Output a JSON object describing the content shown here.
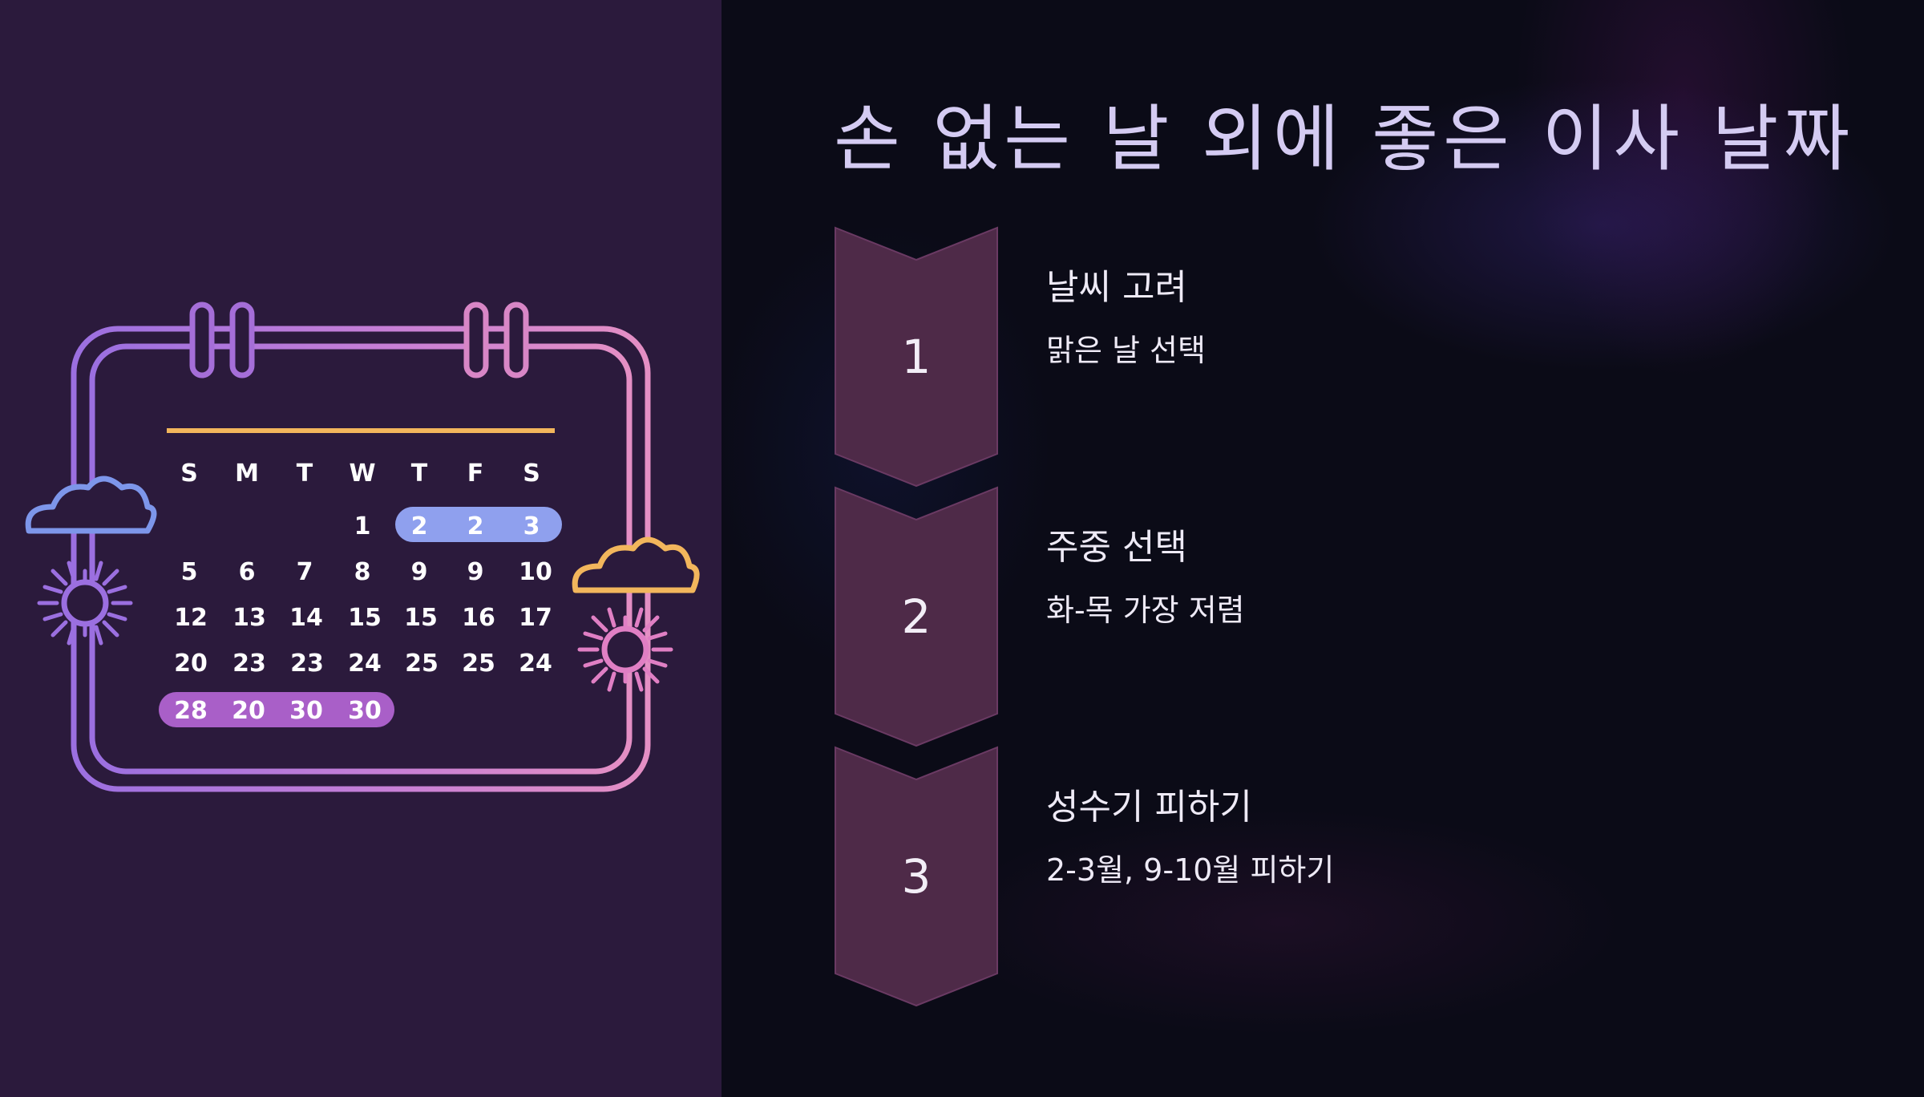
{
  "slide": {
    "title": "손 없는 날 외에 좋은 이사 날짜"
  },
  "calendar": {
    "weekdays": [
      "S",
      "M",
      "T",
      "W",
      "T",
      "F",
      "S"
    ],
    "rows": [
      [
        "",
        "",
        "",
        "1",
        "2",
        "2",
        "3"
      ],
      [
        "5",
        "6",
        "7",
        "8",
        "9",
        "9",
        "10"
      ],
      [
        "12",
        "13",
        "14",
        "15",
        "15",
        "16",
        "17"
      ],
      [
        "20",
        "23",
        "23",
        "24",
        "25",
        "25",
        "24"
      ],
      [
        "28",
        "20",
        "30",
        "30",
        "",
        "",
        ""
      ]
    ],
    "highlight_colors": {
      "blue": "#8fa0ee",
      "purple": "#a95fc8",
      "header_line": "#f2b65c"
    }
  },
  "steps": [
    {
      "number": "1",
      "title": "날씨 고려",
      "description": "맑은 날 선택"
    },
    {
      "number": "2",
      "title": "주중 선택",
      "description": "화-목 가장 저렴"
    },
    {
      "number": "3",
      "title": "성수기 피하기",
      "description": "2-3월, 9-10월 피하기"
    }
  ],
  "colors": {
    "left_panel": "#2b1a3c",
    "right_panel": "#0b0b17",
    "chevron_fill": "#4e2a48",
    "title_text": "#d4cbf2"
  }
}
